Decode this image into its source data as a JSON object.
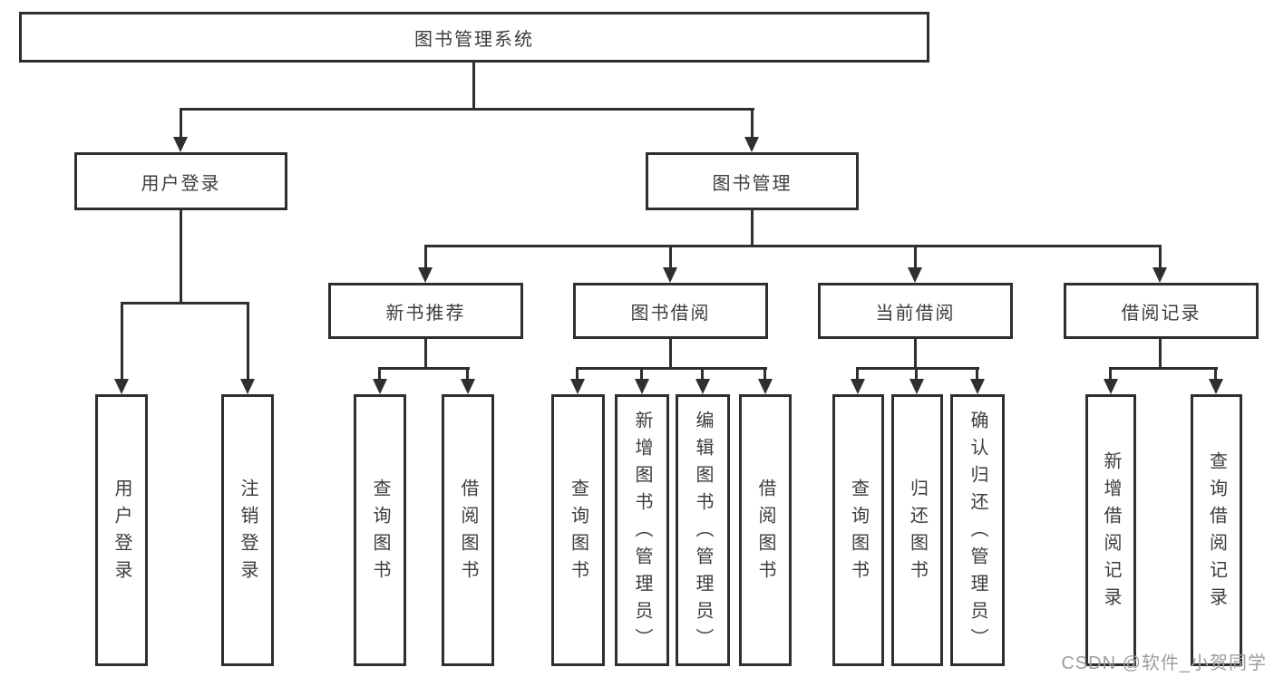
{
  "tree": {
    "root": {
      "label": "图书管理系统",
      "children": [
        {
          "label": "用户登录",
          "children": [
            {
              "label": "用户登录"
            },
            {
              "label": "注销登录"
            }
          ]
        },
        {
          "label": "图书管理",
          "children": [
            {
              "label": "新书推荐",
              "children": [
                {
                  "label": "查询图书"
                },
                {
                  "label": "借阅图书"
                }
              ]
            },
            {
              "label": "图书借阅",
              "children": [
                {
                  "label": "查询图书"
                },
                {
                  "label": "新增图书（管理员）"
                },
                {
                  "label": "编辑图书（管理员）"
                },
                {
                  "label": "借阅图书"
                }
              ]
            },
            {
              "label": "当前借阅",
              "children": [
                {
                  "label": "查询图书"
                },
                {
                  "label": "归还图书"
                },
                {
                  "label": "确认归还（管理员）"
                }
              ]
            },
            {
              "label": "借阅记录",
              "children": [
                {
                  "label": "新增借阅记录"
                },
                {
                  "label": "查询借阅记录"
                }
              ]
            }
          ]
        }
      ]
    }
  },
  "watermark": {
    "text": "CSDN @软件_小贺同学"
  },
  "colors": {
    "line": "#2f2f2f",
    "box_border": "#2f2f2f",
    "text": "#3d3d3d",
    "watermark": "#9e9e9e",
    "background": "#ffffff"
  }
}
